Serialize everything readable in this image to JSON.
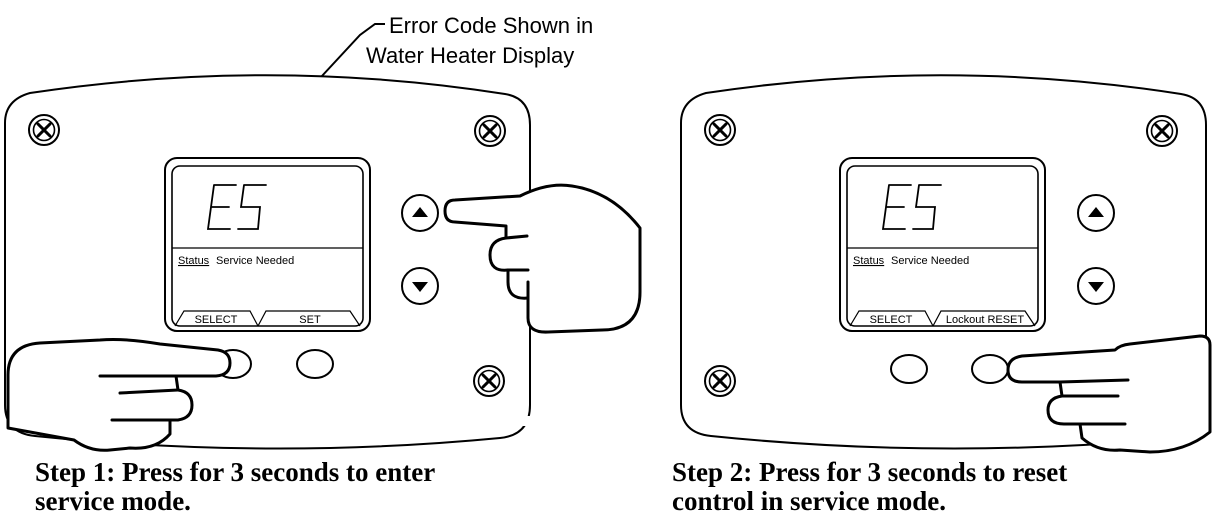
{
  "callout": {
    "line1": "Error Code Shown in",
    "line2": "Water Heater Display"
  },
  "panel_left": {
    "error_code": "E5",
    "status_label": "Status",
    "status_text": "Service Needed",
    "left_tab": "SELECT",
    "right_tab": "SET",
    "up_button_icon": "triangle-up-icon",
    "down_button_icon": "triangle-down-icon",
    "screw_icon": "phillips-screw-icon",
    "caption_line1": "Step 1: Press for 3 seconds to enter",
    "caption_line2": "service mode."
  },
  "panel_right": {
    "error_code": "E5",
    "status_label": "Status",
    "status_text": "Service Needed",
    "left_tab": "SELECT",
    "right_tab": "Lockout RESET",
    "up_button_icon": "triangle-up-icon",
    "down_button_icon": "triangle-down-icon",
    "screw_icon": "phillips-screw-icon",
    "caption_line1": "Step 2: Press for 3 seconds to reset",
    "caption_line2": "control in service mode."
  }
}
